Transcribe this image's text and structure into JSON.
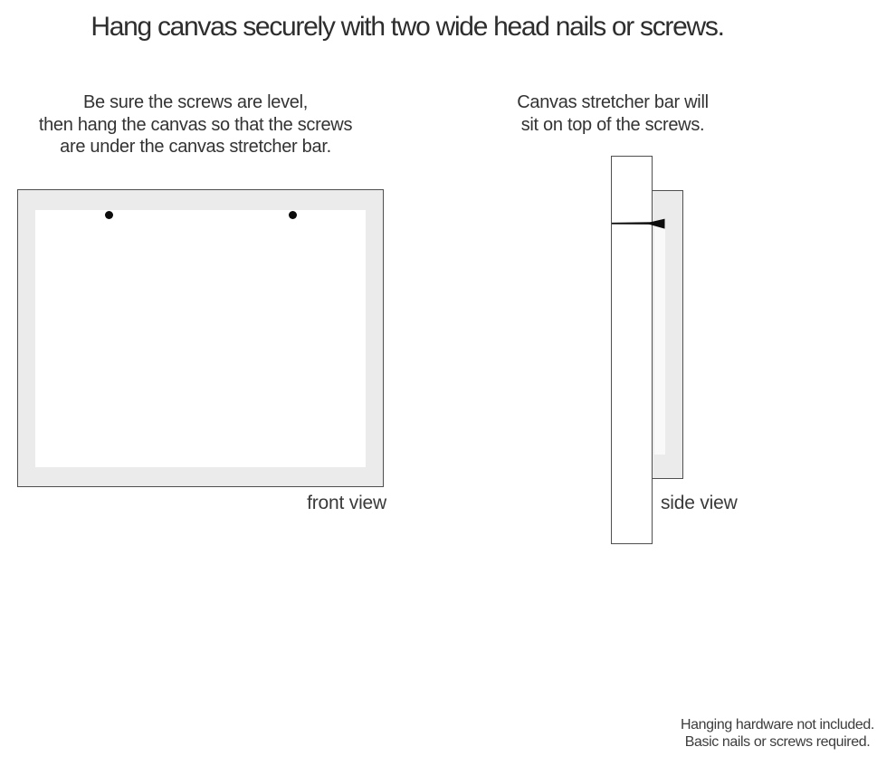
{
  "page": {
    "title": "Hang canvas securely with two wide head nails or screws."
  },
  "instructions": {
    "left": {
      "lines": [
        "Be sure the screws are level,",
        "then hang the canvas so that the screws",
        "are under the canvas stretcher bar."
      ]
    },
    "right": {
      "lines": [
        "Canvas stretcher bar will",
        "sit on top of the screws."
      ]
    }
  },
  "diagrams": {
    "front_view": {
      "label": "front view",
      "screw_count": 2
    },
    "side_view": {
      "label": "side view"
    }
  },
  "footer": {
    "lines": [
      "Hanging hardware not included.",
      "Basic nails or screws required."
    ]
  },
  "colors": {
    "canvas_fill": "#ebebeb",
    "outline": "#4f4f4f",
    "text": "#2f2f2f",
    "screw": "#0c0c0c",
    "background": "#ffffff"
  }
}
